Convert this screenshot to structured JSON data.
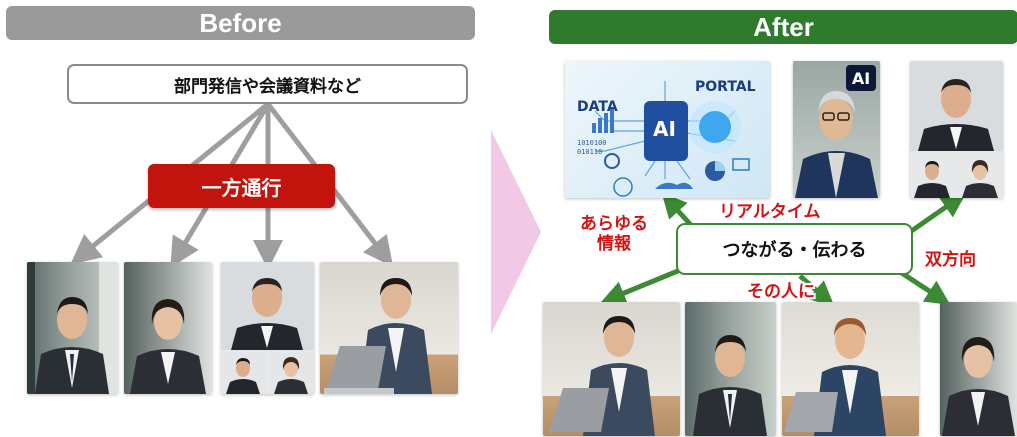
{
  "before": {
    "title": "Before",
    "source_label": "部門発信や会議資料など",
    "mode_label": "一方通行"
  },
  "after": {
    "title": "After",
    "center_label": "つながる・伝わる",
    "labels": {
      "all_info_line1": "あらゆる",
      "all_info_line2": "情報",
      "realtime": "リアルタイム",
      "to_person": "その人に",
      "bidirectional": "双方向"
    },
    "portal_graphic": {
      "data_text": "DATA",
      "portal_text": "PORTAL",
      "ai_chip_text": "AI",
      "binary_text_1": "1010100",
      "binary_text_2": "010110"
    },
    "ai_badge_text": "AI"
  },
  "colors": {
    "before_banner": "#9a9a9a",
    "after_banner": "#2f7a2c",
    "one_way_box": "#c2140c",
    "before_arrows": "#9e9e9e",
    "after_arrows": "#3c8a33",
    "accent_labels": "#d01313",
    "chevron": "#f1c9e6"
  }
}
